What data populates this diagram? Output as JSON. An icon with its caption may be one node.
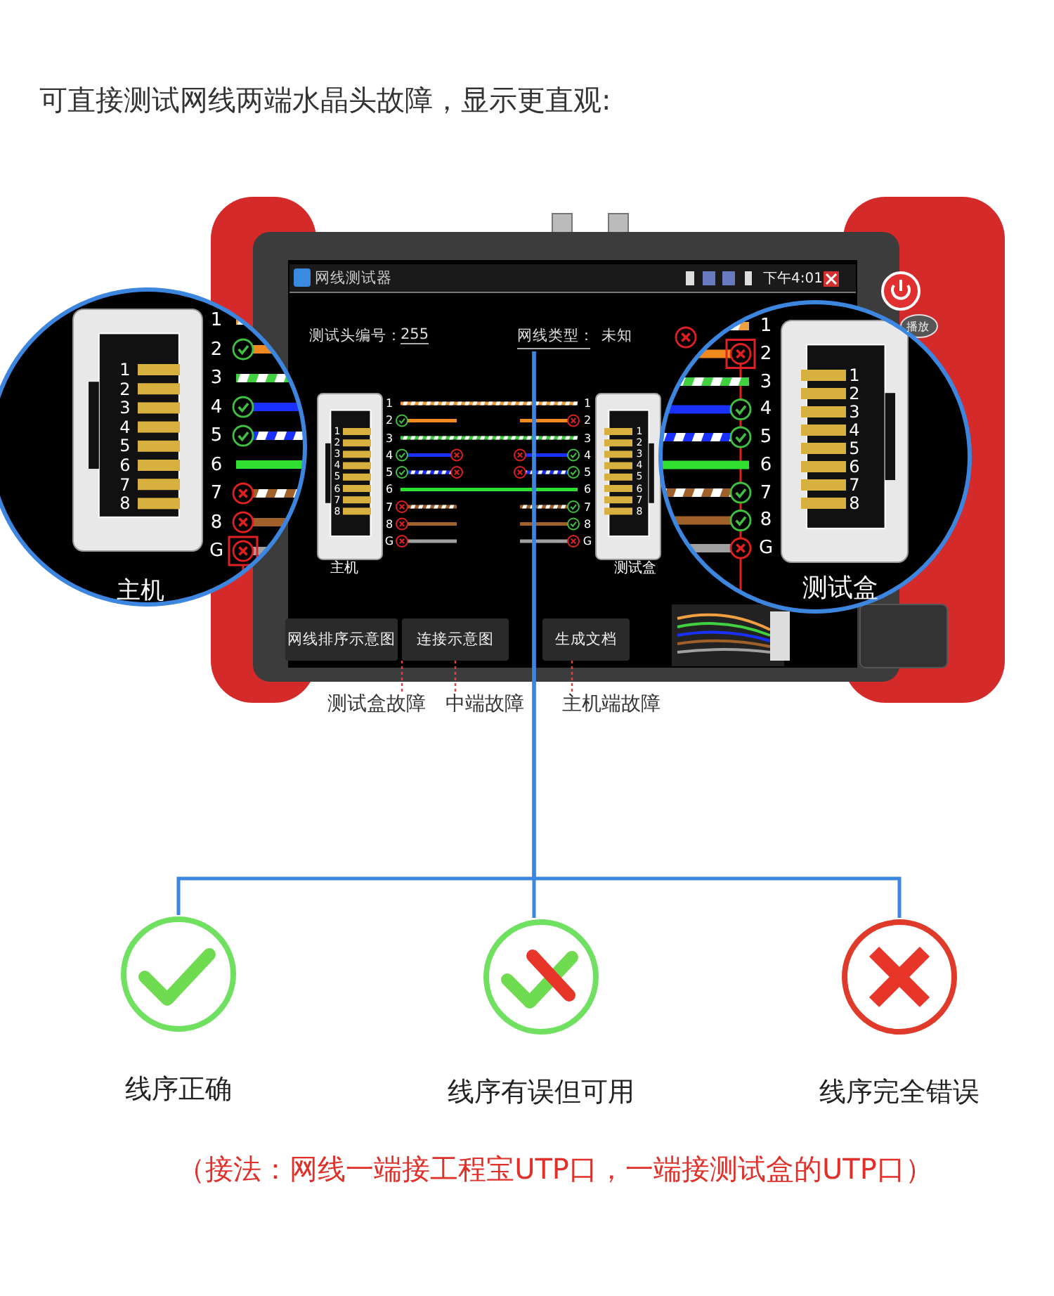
{
  "diagram": {
    "title": "可直接测试网线两端水晶头故障，显示更直观:",
    "caption": "（接法：网线一端接工程宝UTP口，一端接测试盒的UTP口）",
    "nodes": [
      {
        "text": [
          "网线类型：",
          "未知"
        ]
      },
      {
        "text": [],
        "shape": "circle",
        "beside": [
          "线序正确"
        ]
      },
      {
        "text": [],
        "shape": "circle",
        "beside": [
          "线序有误但可用"
        ]
      },
      {
        "text": [],
        "shape": "circle",
        "beside": [
          "线序完全错误"
        ]
      },
      {
        "text": [
          "网线排序示意图"
        ]
      },
      {
        "text": [
          "连接示意图"
        ]
      },
      {
        "text": [
          "生成文档"
        ]
      },
      {
        "text": [
          "测试盒故障"
        ]
      },
      {
        "text": [
          "中端故障"
        ]
      },
      {
        "text": [
          "主机端故障"
        ]
      }
    ],
    "edges": [
      {
        "from": 0,
        "to": 1,
        "arrow": "none"
      },
      {
        "from": 0,
        "to": 2,
        "arrow": "none"
      },
      {
        "from": 0,
        "to": 3,
        "arrow": "none"
      },
      {
        "from": 4,
        "to": 7,
        "arrow": "none",
        "style": "dashed",
        "color": "#e04040"
      },
      {
        "from": 5,
        "to": 8,
        "arrow": "none",
        "style": "dashed",
        "color": "#e04040"
      },
      {
        "from": 6,
        "to": 9,
        "arrow": "none",
        "style": "dashed",
        "color": "#e04040"
      }
    ],
    "labels": [
      "网线测试器",
      "下午4:01",
      "测试头编号：",
      "255",
      "播放",
      "1",
      "2",
      "3",
      "4",
      "5",
      "6",
      "7",
      "8",
      "G",
      "1",
      "2",
      "3",
      "4",
      "5",
      "6",
      "7",
      "8",
      "1",
      "2",
      "3",
      "4",
      "5",
      "6",
      "7",
      "8",
      "G",
      "1",
      "2",
      "3",
      "4",
      "5",
      "6",
      "7",
      "8",
      "1",
      "2",
      "3",
      "4",
      "5",
      "6",
      "7",
      "8",
      "G",
      "1",
      "2",
      "3",
      "4",
      "5",
      "6",
      "7",
      "8",
      "1",
      "2",
      "3",
      "4",
      "5",
      "6",
      "7",
      "8",
      "G",
      "1",
      "2",
      "3",
      "4",
      "5",
      "6",
      "7",
      "8",
      "主机",
      "测试盒",
      "主机",
      "测试盒"
    ]
  }
}
